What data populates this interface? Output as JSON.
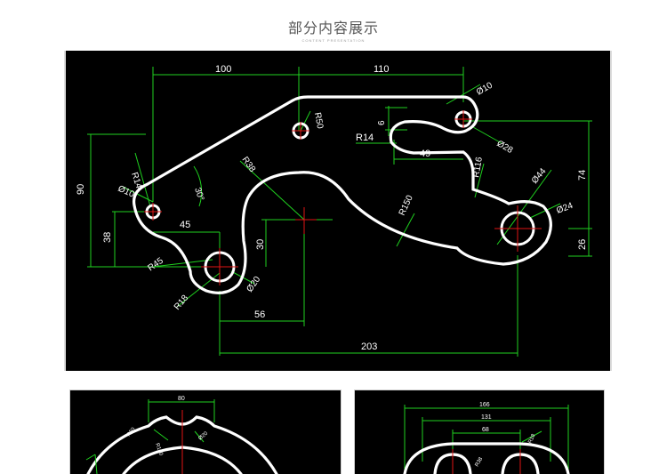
{
  "header": {
    "title": "部分内容展示",
    "subtitle": "CONTENT PRESENTATION"
  },
  "main_drawing": {
    "dims": {
      "d100": "100",
      "d110": "110",
      "d90": "90",
      "d38": "38",
      "d45": "45",
      "d30": "30",
      "d56": "56",
      "d203": "203",
      "d74": "74",
      "d26": "26",
      "d49": "49",
      "d6": "6",
      "r14a": "R14",
      "r14b": "R14",
      "r50": "R50",
      "r38": "R38",
      "r45": "R45",
      "r18": "R18",
      "r150": "R150",
      "r116": "R116",
      "o10a": "Ø10",
      "o10b": "Ø10",
      "o28": "Ø28",
      "o20": "Ø20",
      "o44": "Ø44",
      "o24": "Ø24",
      "a30": "30°"
    }
  },
  "thumb_left": {
    "dims": {
      "d80": "80",
      "r50": "R50",
      "r100": "R100",
      "o20": "Ø20"
    }
  },
  "thumb_right": {
    "dims": {
      "d166": "166",
      "d131": "131",
      "d68": "68",
      "r18": "R18",
      "r38": "R38"
    }
  },
  "colors": {
    "background": "#000000",
    "dimension": "#1fd11f",
    "outline": "#ffffff",
    "centerline": "#e01515"
  }
}
